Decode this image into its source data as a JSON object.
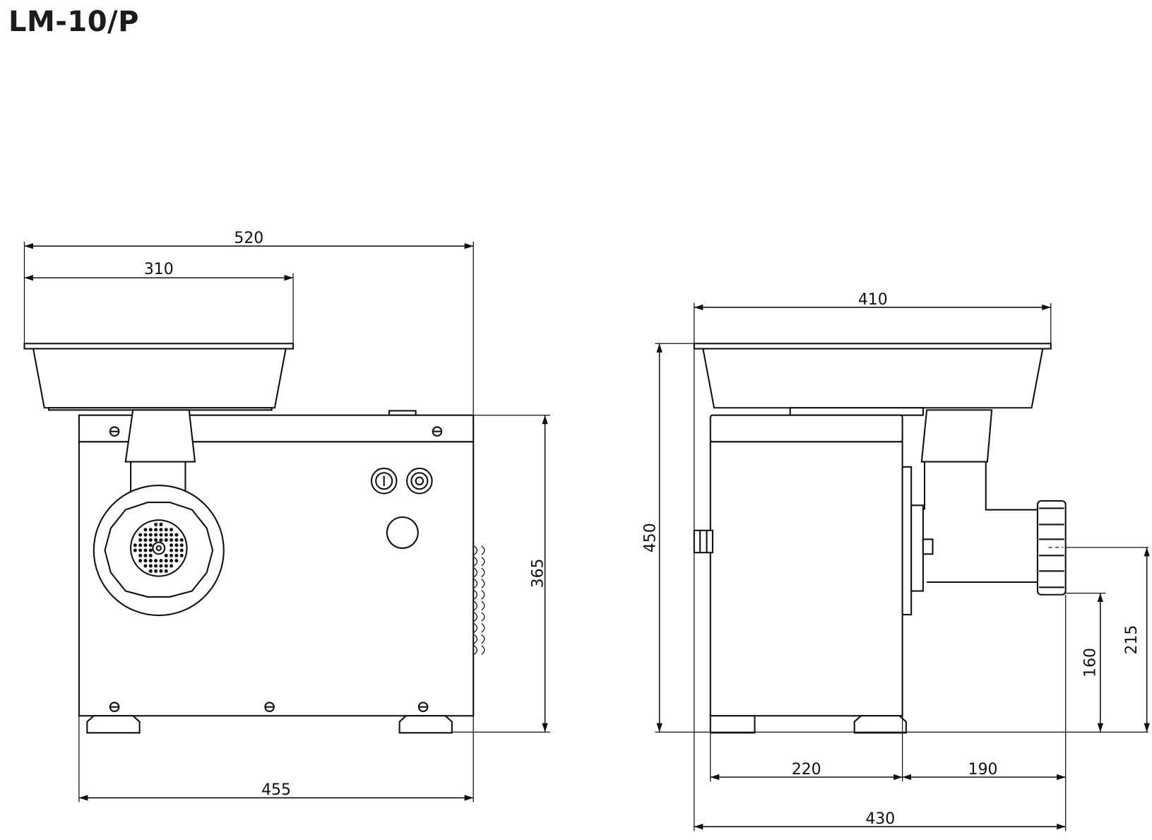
{
  "title": "LM-10/P",
  "front_view": {
    "dims": {
      "overall_width": "520",
      "hopper_width": "310",
      "body_height": "365",
      "body_width": "455"
    }
  },
  "side_view": {
    "dims": {
      "hopper_depth": "410",
      "overall_height": "450",
      "outlet_center_height": "215",
      "outlet_bottom_height": "160",
      "body_depth": "220",
      "outlet_projection": "190",
      "overall_depth": "430"
    }
  }
}
